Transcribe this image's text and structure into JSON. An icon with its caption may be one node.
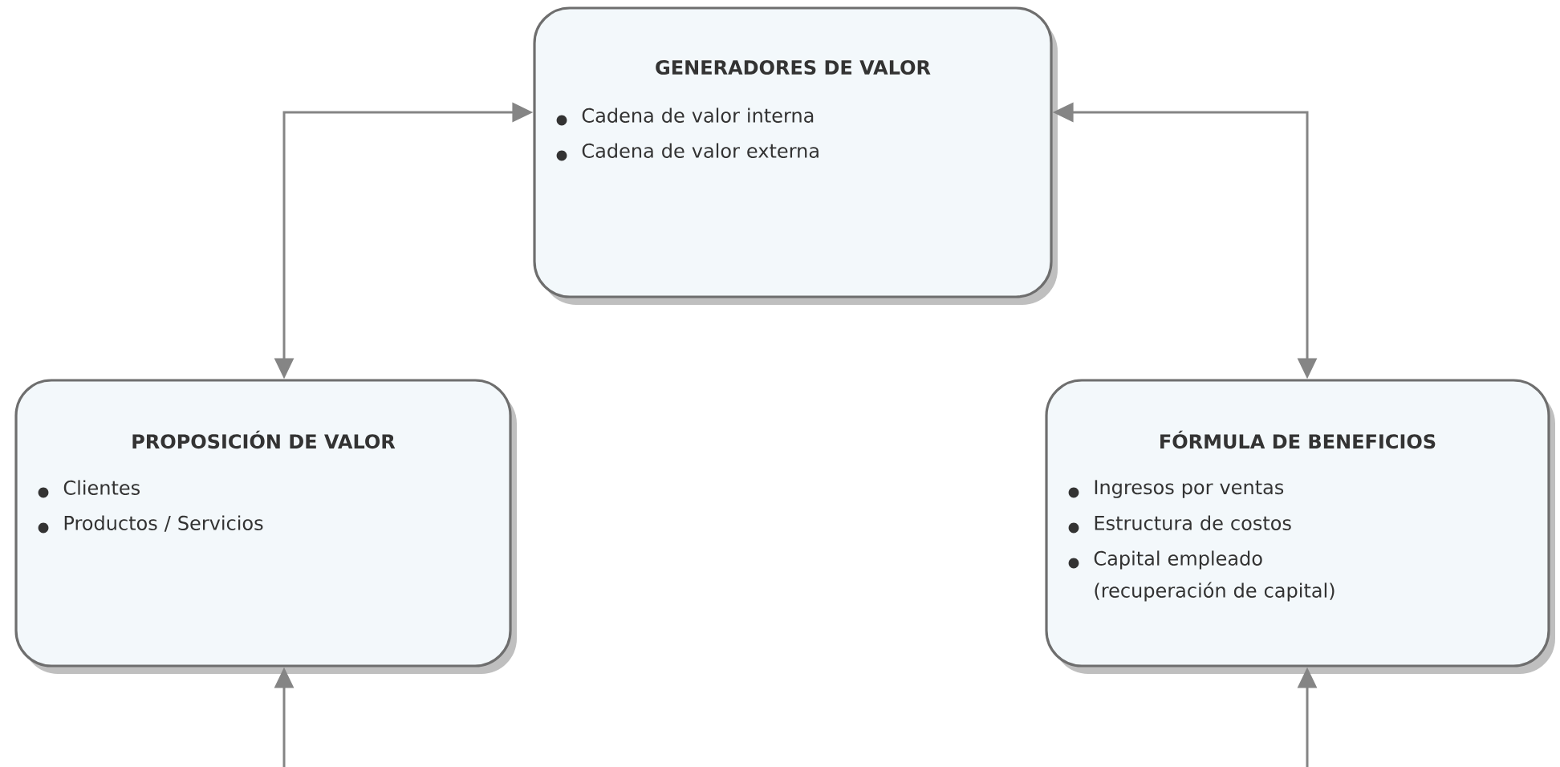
{
  "diagram": {
    "nodes": [
      {
        "text": [
          "GENERADORES DE VALOR",
          "Cadena de valor interna",
          "Cadena de valor externa"
        ]
      },
      {
        "text": [
          "PROPOSICIÓN DE VALOR",
          "Clientes",
          "Productos / Servicios"
        ]
      },
      {
        "text": [
          "FÓRMULA DE BENEFICIOS",
          "Ingresos por ventas",
          "Estructura de costos",
          "Capital empleado (recuperación de capital)"
        ]
      }
    ],
    "edges": [
      {
        "from": 1,
        "to": 0,
        "arrow": "both"
      },
      {
        "from": 0,
        "to": 2,
        "arrow": "both"
      },
      {
        "from": null,
        "to": 1,
        "arrow": "to"
      },
      {
        "from": null,
        "to": 2,
        "arrow": "to"
      }
    ]
  }
}
